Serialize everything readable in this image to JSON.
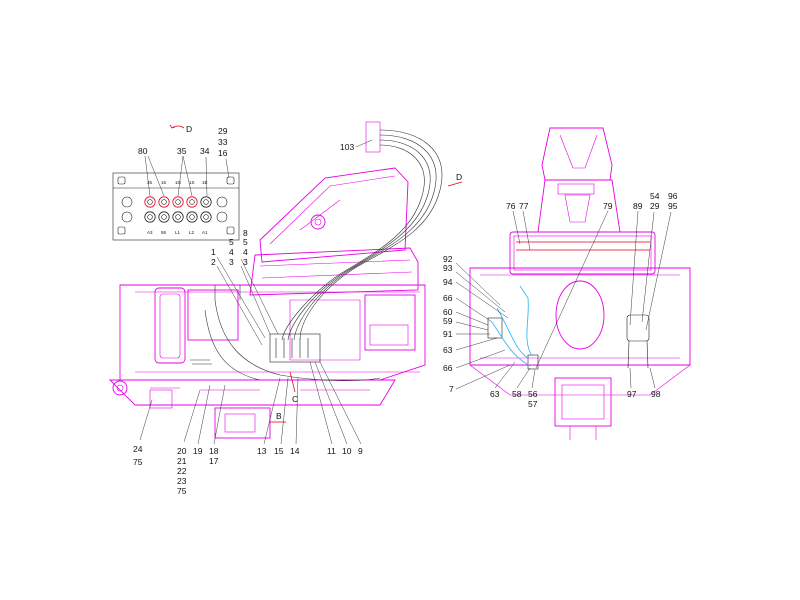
{
  "colors": {
    "frame": "#e600e6",
    "linework": "#222222",
    "hose": "#333333",
    "highlight": "#e8001c",
    "line_blue": "#39b8ff",
    "text": "#111111"
  },
  "view_markers": {
    "d_top": "D",
    "d_right": "D",
    "b": "B",
    "c": "C"
  },
  "panel": {
    "port_labels_top": [
      "25",
      "16",
      "1O",
      "1S",
      "1E"
    ],
    "port_labels_bottom": [
      "A3",
      "56",
      "L1",
      "L2",
      "A1"
    ]
  },
  "callouts": {
    "c_80": "80",
    "c_35": "35",
    "c_34": "34",
    "c_29a": "29",
    "c_33a": "33",
    "c_16": "16",
    "c_103": "103",
    "c_8": "8",
    "c_5a": "5",
    "c_4a": "4",
    "c_3a": "3",
    "c_5b": "5",
    "c_4b": "4",
    "c_3b": "3",
    "c_1": "1",
    "c_2": "2",
    "c_24": "24",
    "c_75a": "75",
    "c_20": "20",
    "c_21": "21",
    "c_22": "22",
    "c_23": "23",
    "c_75b": "75",
    "c_19": "19",
    "c_18": "18",
    "c_17": "17",
    "c_13": "13",
    "c_15": "15",
    "c_14": "14",
    "c_11": "11",
    "c_10": "10",
    "c_9": "9",
    "c_76": "76",
    "c_77": "77",
    "c_79": "79",
    "c_89": "89",
    "c_54": "54",
    "c_29b": "29",
    "c_96": "96",
    "c_95": "95",
    "c_92": "92",
    "c_93": "93",
    "c_94": "94",
    "c_66a": "66",
    "c_60": "60",
    "c_59": "59",
    "c_91": "91",
    "c_63a": "63",
    "c_66b": "66",
    "c_7": "7",
    "c_63b": "63",
    "c_58": "58",
    "c_56": "56",
    "c_57": "57",
    "c_97": "97",
    "c_98": "98"
  }
}
